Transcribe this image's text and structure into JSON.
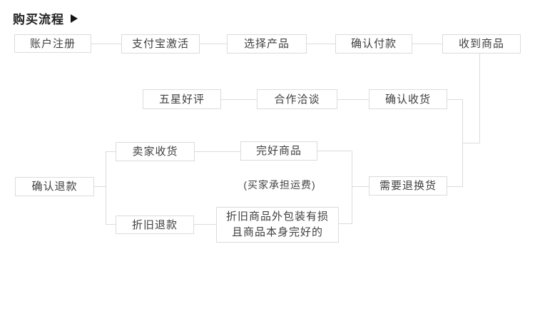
{
  "title": {
    "text": "购买流程"
  },
  "flowchart": {
    "nodes": {
      "account_register": {
        "label": "账户注册"
      },
      "alipay_activate": {
        "label": "支付宝激活"
      },
      "select_product": {
        "label": "选择产品"
      },
      "confirm_payment": {
        "label": "确认付款"
      },
      "receive_goods": {
        "label": "收到商品"
      },
      "five_star_review": {
        "label": "五星好评"
      },
      "cooperation_talk": {
        "label": "合作洽谈"
      },
      "confirm_receipt": {
        "label": "确认收货"
      },
      "seller_receive": {
        "label": "卖家收货"
      },
      "intact_goods": {
        "label": "完好商品"
      },
      "confirm_refund": {
        "label": "确认退款"
      },
      "need_return_exchange": {
        "label": "需要退换货"
      },
      "depreciation_refund": {
        "label": "折旧退款"
      },
      "damaged_package": {
        "line1": "折旧商品外包装有损",
        "line2": "且商品本身完好的"
      }
    },
    "annotation": {
      "buyer_shipping": "(买家承担运费)"
    }
  },
  "colors": {
    "background": "#ffffff",
    "box_border": "#dbdbdb",
    "box_text": "#404040",
    "title_text": "#222222",
    "title_arrow": "#141414",
    "connector": "#dbdbdb"
  }
}
